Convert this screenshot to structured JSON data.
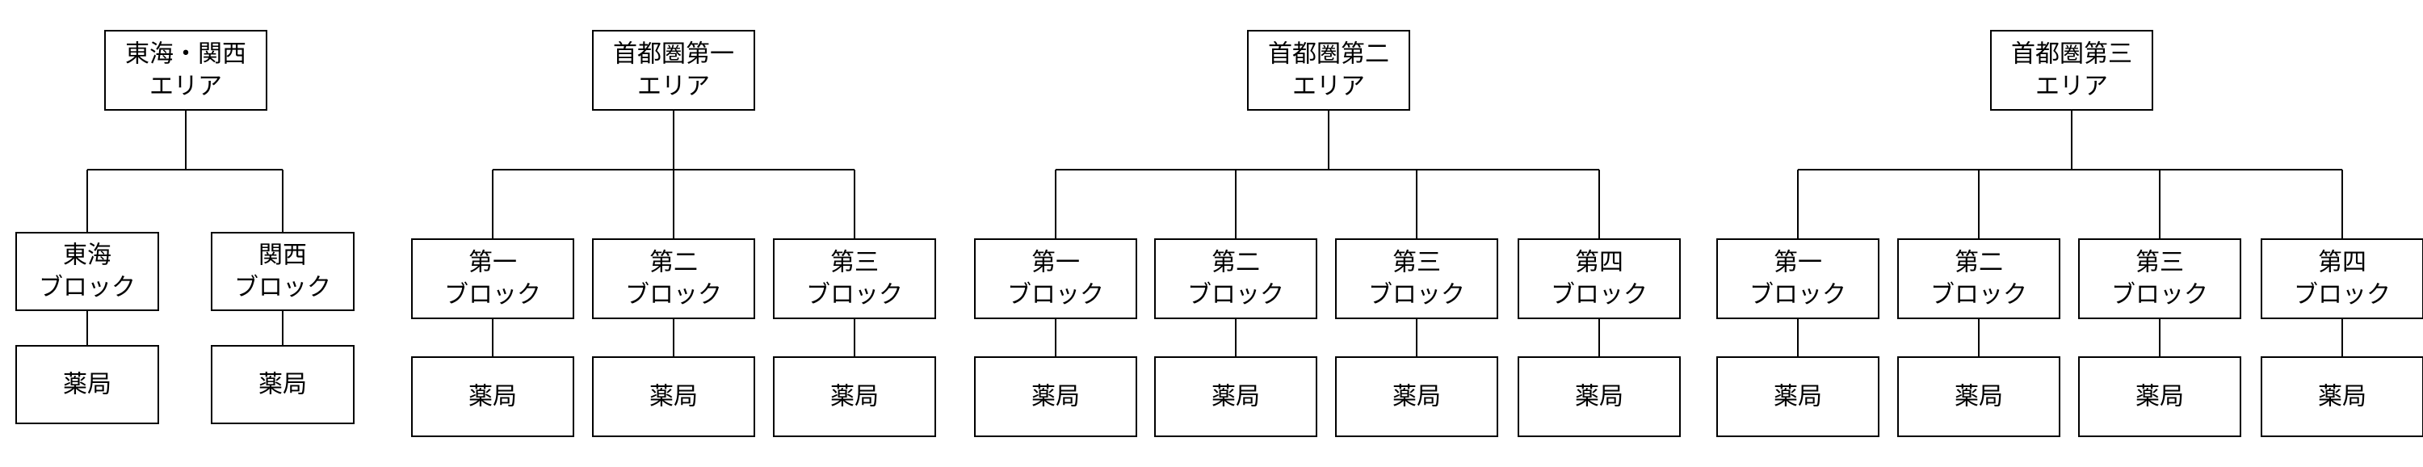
{
  "areas": [
    {
      "label": [
        "東海・関西",
        "エリア"
      ],
      "blocks": [
        {
          "label": [
            "東海",
            "ブロック"
          ],
          "child": "薬局"
        },
        {
          "label": [
            "関西",
            "ブロック"
          ],
          "child": "薬局"
        }
      ]
    },
    {
      "label": [
        "首都圏第一",
        "エリア"
      ],
      "blocks": [
        {
          "label": [
            "第一",
            "ブロック"
          ],
          "child": "薬局"
        },
        {
          "label": [
            "第二",
            "ブロック"
          ],
          "child": "薬局"
        },
        {
          "label": [
            "第三",
            "ブロック"
          ],
          "child": "薬局"
        }
      ]
    },
    {
      "label": [
        "首都圏第二",
        "エリア"
      ],
      "blocks": [
        {
          "label": [
            "第一",
            "ブロック"
          ],
          "child": "薬局"
        },
        {
          "label": [
            "第二",
            "ブロック"
          ],
          "child": "薬局"
        },
        {
          "label": [
            "第三",
            "ブロック"
          ],
          "child": "薬局"
        },
        {
          "label": [
            "第四",
            "ブロック"
          ],
          "child": "薬局"
        }
      ]
    },
    {
      "label": [
        "首都圏第三",
        "エリア"
      ],
      "blocks": [
        {
          "label": [
            "第一",
            "ブロック"
          ],
          "child": "薬局"
        },
        {
          "label": [
            "第二",
            "ブロック"
          ],
          "child": "薬局"
        },
        {
          "label": [
            "第三",
            "ブロック"
          ],
          "child": "薬局"
        },
        {
          "label": [
            "第四",
            "ブロック"
          ],
          "child": "薬局"
        }
      ]
    }
  ]
}
